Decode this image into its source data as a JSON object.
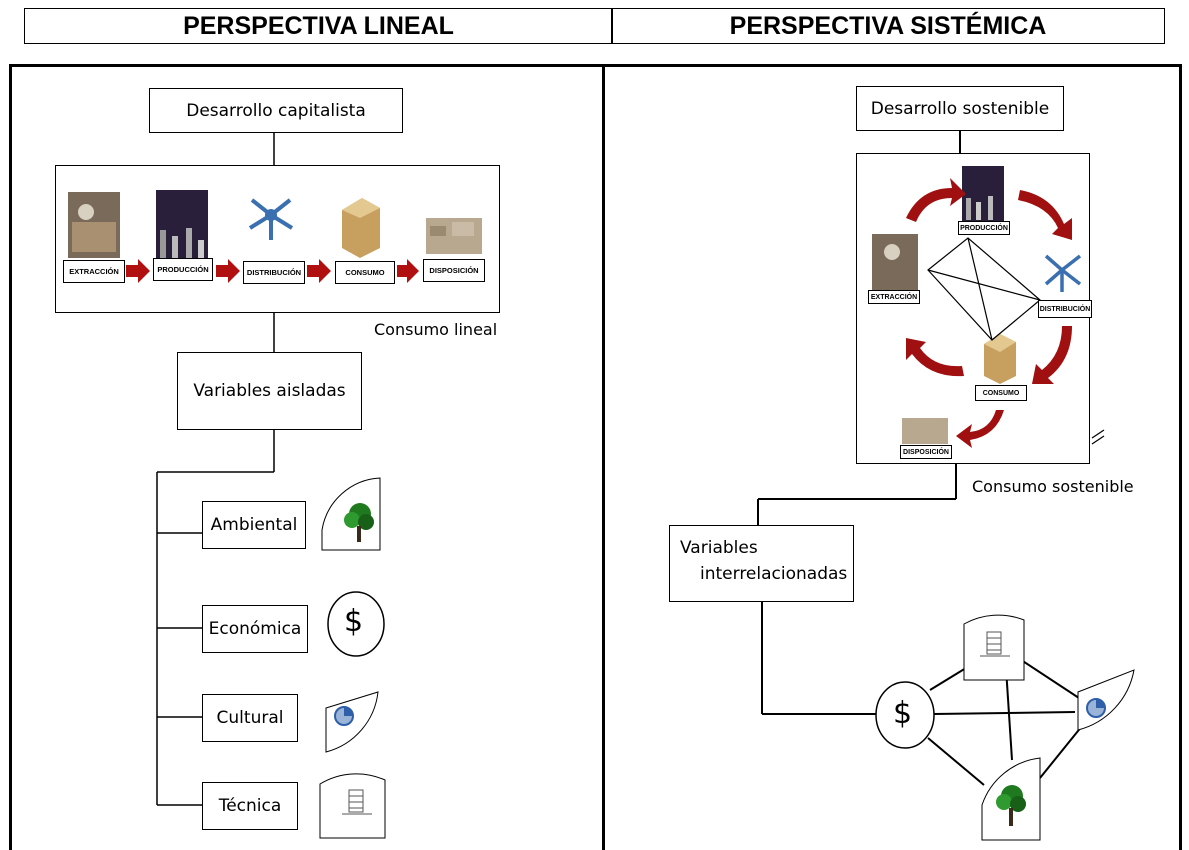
{
  "header": {
    "left_title": "PERSPECTIVA LINEAL",
    "right_title": "PERSPECTIVA SISTÉMICA"
  },
  "linear": {
    "top_box": "Desarrollo capitalista",
    "stages": [
      "EXTRACCIÓN",
      "PRODUCCIÓN",
      "DISTRIBUCIÓN",
      "CONSUMO",
      "DISPOSICIÓN"
    ],
    "consumption_caption": "Consumo lineal",
    "variables_box": "Variables aisladas",
    "variables": [
      "Ambiental",
      "Económica",
      "Cultural",
      "Técnica"
    ]
  },
  "systemic": {
    "top_box": "Desarrollo sostenible",
    "cycle_labels": {
      "production": "PRODUCCIÓN",
      "extraction": "EXTRACCIÓN",
      "distribution": "DISTRIBUCIÓN",
      "consumption": "CONSUMO",
      "disposal": "DISPOSICIÓN"
    },
    "consumption_caption": "Consumo sostenible",
    "variables_box_line1": "Variables",
    "variables_box_line2": "interrelacionadas"
  },
  "icons": {
    "dollar": "$",
    "tree": "tree-icon",
    "pie": "pie-chart-icon",
    "technical": "document-icon"
  },
  "colors": {
    "arrow": "#b01010",
    "tree": "#1f7a1f",
    "pie": "#2e5fa8"
  }
}
